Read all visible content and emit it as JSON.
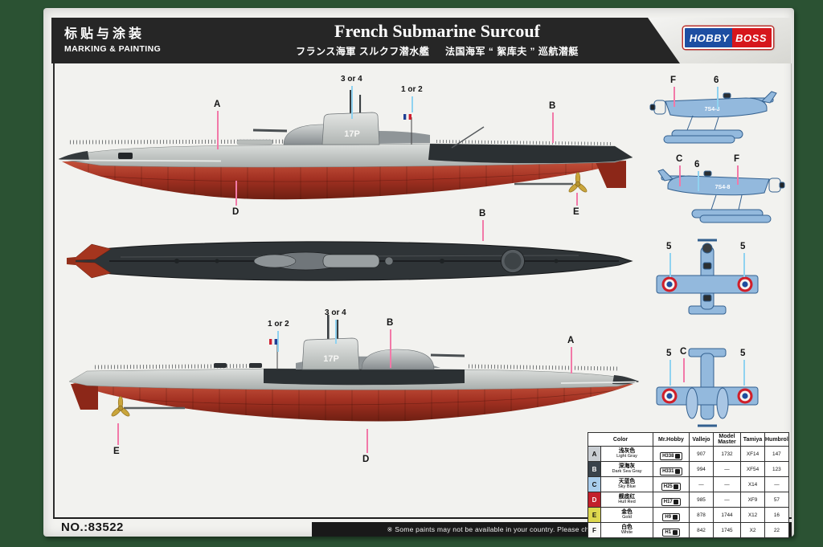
{
  "header": {
    "zh_title": "标贴与涂装",
    "en_title": "MARKING & PAINTING",
    "title": "French Submarine Surcouf",
    "subtitle_jp": "フランス海軍 スルクフ潜水艦",
    "subtitle_cn": "法国海军 “ 絮库夫 ” 巡航潜艇",
    "logo_left": "HOBBY",
    "logo_right": "BOSS"
  },
  "diagrams": {
    "hull_marking": "17P",
    "aircraft_code": "7S4-8",
    "callouts": {
      "a": "A",
      "b": "B",
      "c": "C",
      "d": "D",
      "e": "E",
      "f": "F",
      "n12": "1 or 2",
      "n34": "3 or 4",
      "n5": "5",
      "n6": "6"
    }
  },
  "paint_table": {
    "col_headers": [
      "Color",
      "Mr.Hobby",
      "Vallejo",
      "Model Master",
      "Tamiya",
      "Humbrol"
    ],
    "rows": [
      {
        "letter": "A",
        "zh": "浅灰色",
        "en": "Light Gray",
        "swatch": "#c9ced3",
        "text_color": "#111111",
        "mr_hobby": "H338",
        "vallejo": "907",
        "model_master": "1732",
        "tamiya": "XF14",
        "humbrol": "147"
      },
      {
        "letter": "B",
        "zh": "深海灰",
        "en": "Dark Sea Gray",
        "swatch": "#3a434b",
        "text_color": "#ffffff",
        "mr_hobby": "H331",
        "vallejo": "994",
        "model_master": "—",
        "tamiya": "XF54",
        "humbrol": "123"
      },
      {
        "letter": "C",
        "zh": "天蓝色",
        "en": "Sky Blue",
        "swatch": "#a9cdec",
        "text_color": "#111111",
        "mr_hobby": "H25",
        "vallejo": "—",
        "model_master": "—",
        "tamiya": "X14",
        "humbrol": "—"
      },
      {
        "letter": "D",
        "zh": "舰底红",
        "en": "Hull Red",
        "swatch": "#c21f2b",
        "text_color": "#ffffff",
        "mr_hobby": "H17",
        "vallejo": "985",
        "model_master": "—",
        "tamiya": "XF9",
        "humbrol": "57"
      },
      {
        "letter": "E",
        "zh": "金色",
        "en": "Gold",
        "swatch": "#ddd84e",
        "text_color": "#111111",
        "mr_hobby": "H9",
        "vallejo": "878",
        "model_master": "1744",
        "tamiya": "X12",
        "humbrol": "16"
      },
      {
        "letter": "F",
        "zh": "白色",
        "en": "White",
        "swatch": "#f7f7f4",
        "text_color": "#111111",
        "mr_hobby": "H1",
        "vallejo": "842",
        "model_master": "1745",
        "tamiya": "X2",
        "humbrol": "22"
      }
    ]
  },
  "footer": {
    "kit_no": "NO.:83522",
    "note": "※ Some paints may not be available in your country. Please check your local hobby shop for substitute"
  },
  "colors": {
    "background": "#2b5233",
    "paint_callout_line": "#f279a8",
    "decal_callout_line": "#8fd2f0",
    "hull_light_gray": "#c7cbc9",
    "hull_dark_gray": "#2c3134",
    "hull_red": "#b03a28",
    "propeller_gold": "#c8a43a",
    "aircraft_blue": "#93b9dd"
  }
}
